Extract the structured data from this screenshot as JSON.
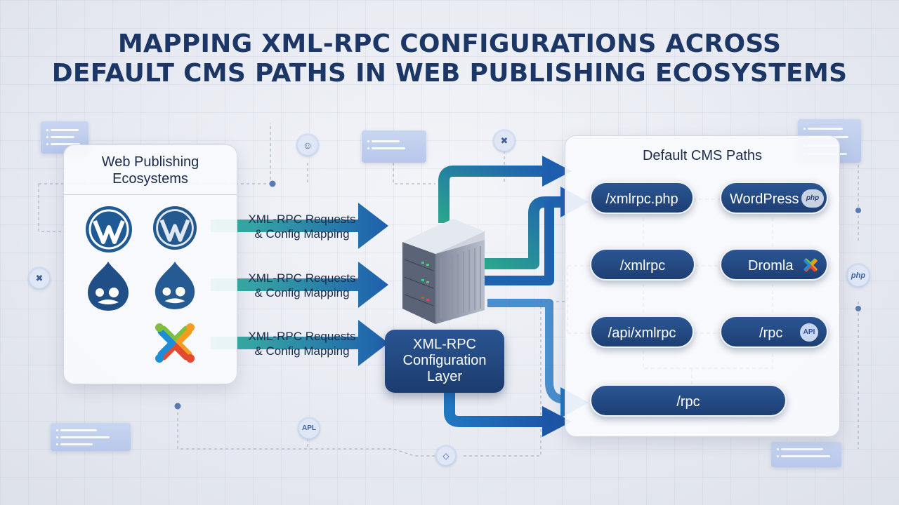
{
  "title_line1": "MAPPING XML-RPC CONFIGURATIONS ACROSS",
  "title_line2": "DEFAULT CMS PATHS IN WEB PUBLISHING ECOSYSTEMS",
  "left_panel": {
    "heading_line1": "Web Publishing",
    "heading_line2": "Ecosystems"
  },
  "arrows": [
    {
      "line1": "XML-RPC Requests",
      "line2": "& Config Mapping"
    },
    {
      "line1": "XML-RPC Requests",
      "line2": "& Config Mapping"
    },
    {
      "line1": "XML-RPC Requests",
      "line2": "& Config Mapping"
    }
  ],
  "config_layer": {
    "line1": "XML-RPC",
    "line2": "Configuration",
    "line3": "Layer"
  },
  "right_panel": {
    "heading": "Default CMS Paths",
    "paths": [
      "/xmlrpc.php",
      "/xmlrpc",
      "/api/xmlrpc",
      "/rpc"
    ],
    "cms": [
      "WordPress",
      "Dromla",
      "/rpc"
    ],
    "badges": {
      "php": "php",
      "api": "API"
    }
  },
  "deco": {
    "php_circle": "php",
    "api_circle": "APL"
  },
  "colors": {
    "title": "#1c3766",
    "pill": "#1d3f73",
    "arrow_teal": "#2aa79b",
    "arrow_blue": "#1e5aa8"
  }
}
